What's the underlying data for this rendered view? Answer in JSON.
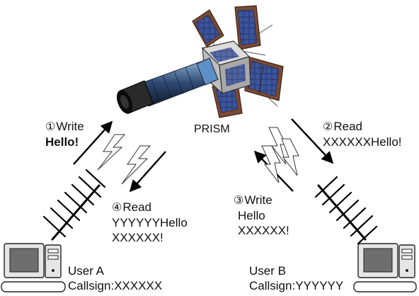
{
  "satellite": {
    "name": "PRISM"
  },
  "steps": [
    {
      "num": "①",
      "action": "Write",
      "lines": [
        "Hello!"
      ]
    },
    {
      "num": "②",
      "action": "Read",
      "lines": [
        "XXXXXXHello!"
      ]
    },
    {
      "num": "③",
      "action": "Write",
      "lines": [
        "Hello",
        "XXXXXX!"
      ]
    },
    {
      "num": "④",
      "action": "Read",
      "lines": [
        "YYYYYYHello",
        "XXXXXX!"
      ]
    }
  ],
  "users": [
    {
      "name": "User A",
      "callsign": "Callsign:XXXXXX"
    },
    {
      "name": "User B",
      "callsign": "Callsign:YYYYYY"
    }
  ],
  "colors": {
    "panel": "#7a4a33",
    "panel_cell": "#2e3f78",
    "body": "#c7c7c7",
    "barrel": "#3a4a66",
    "lens": "#111111"
  }
}
